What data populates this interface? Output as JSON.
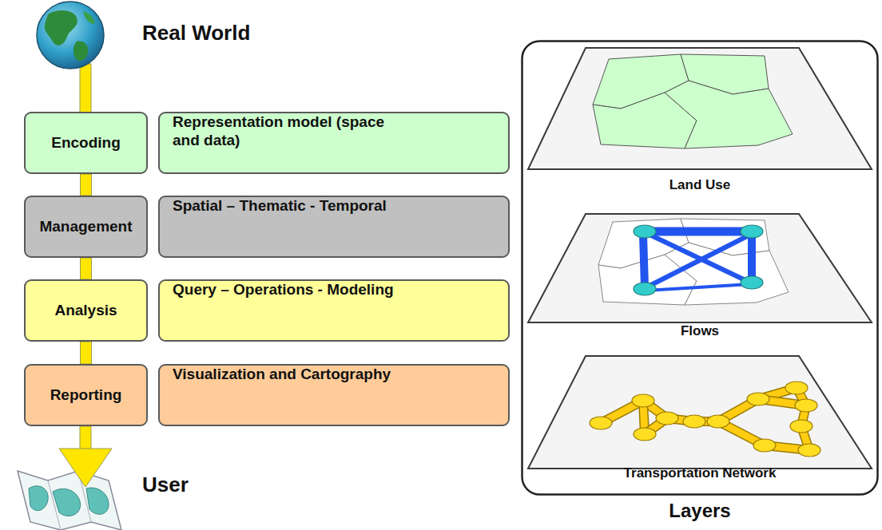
{
  "diagram": {
    "nodes": [
      {
        "text": [
          "Encoding"
        ]
      },
      {
        "text": [
          "Representation model (space and data)"
        ]
      },
      {
        "text": [
          "Management"
        ]
      },
      {
        "text": [
          "Spatial – Thematic - Temporal"
        ]
      },
      {
        "text": [
          "Analysis"
        ]
      },
      {
        "text": [
          "Query – Operations - Modeling"
        ]
      },
      {
        "text": [
          "Reporting"
        ]
      },
      {
        "text": [
          "Visualization and Cartography"
        ]
      },
      {
        "text": [
          "Layers"
        ]
      },
      {
        "text": [
          "Land Use"
        ],
        "in": 8
      },
      {
        "text": [
          "Flows"
        ],
        "in": 8
      },
      {
        "text": [
          "Transportation Network"
        ],
        "in": 8
      }
    ],
    "edges": [
      {
        "from": 0,
        "to": 2,
        "arrow": "none"
      },
      {
        "from": 2,
        "to": 4,
        "arrow": "none"
      },
      {
        "from": 4,
        "to": 6,
        "arrow": "none"
      }
    ],
    "labels": [
      "Real World",
      "User"
    ]
  }
}
